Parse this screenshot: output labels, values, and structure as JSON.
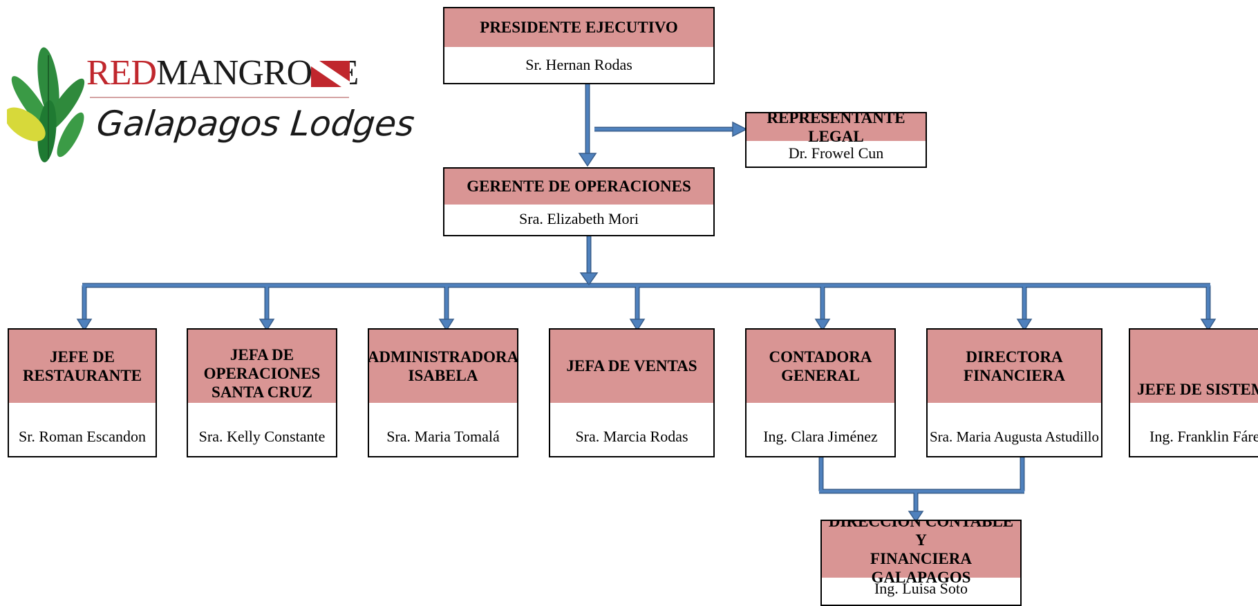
{
  "logo": {
    "brand_red": "RED",
    "brand_dark": "MANGROVE",
    "brand_sub": "Galapagos Lodges"
  },
  "nodes": {
    "presidente": {
      "title": "PRESIDENTE EJECUTIVO",
      "name": "Sr. Hernan Rodas"
    },
    "representante": {
      "title": "REPRESENTANTE LEGAL",
      "name": "Dr. Frowel Cun"
    },
    "gerente": {
      "title": "GERENTE DE OPERACIONES",
      "name": "Sra. Elizabeth Mori"
    },
    "restaurante": {
      "title": "JEFE DE\nRESTAURANTE",
      "name": "Sr. Roman Escandon"
    },
    "santa_cruz": {
      "title": "JEFA DE\nOPERACIONES\nSANTA CRUZ",
      "name": "Sra. Kelly Constante"
    },
    "isabela": {
      "title": "ADMINISTRADORA\nISABELA",
      "name": "Sra. Maria Tomalá"
    },
    "ventas": {
      "title": "JEFA DE VENTAS",
      "name": "Sra. Marcia Rodas"
    },
    "contadora": {
      "title": "CONTADORA\nGENERAL",
      "name": "Ing. Clara Jiménez"
    },
    "financiera": {
      "title": "DIRECTORA\nFINANCIERA",
      "name": "Sra. Maria Augusta Astudillo"
    },
    "sistemas": {
      "title": "JEFE DE SISTEMAS",
      "name": "Ing. Franklin Fárez"
    },
    "galapagos": {
      "title": "DIRECCION CONTABLE Y\nFINANCIERA GALAPAGOS",
      "name": "Ing. Luisa Soto"
    }
  },
  "colors": {
    "title_fill": "#d99594",
    "connector": "#4f81bd",
    "connector_edge": "#385d8a",
    "border": "#000000",
    "brand_red": "#c0272d"
  }
}
